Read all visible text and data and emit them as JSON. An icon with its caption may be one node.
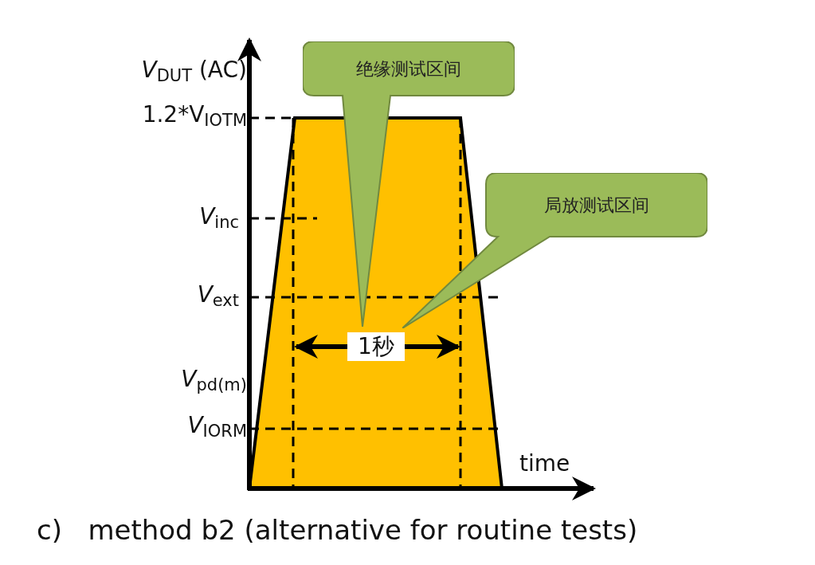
{
  "diagram": {
    "nodes": [
      {
        "text": [
          "绝缘测试区间"
        ]
      },
      {
        "text": [
          "局放测试区间"
        ]
      }
    ],
    "labels": [
      "*V*$_{DUT}$ (AC)",
      "1.2*V$_{IOTM}$",
      "*V*$_{inc}$",
      "*V*$_{ext}$",
      "1秒",
      "*V*$_{pd(m)}$",
      "*V*$_{IORM}$",
      "time"
    ],
    "caption": "c)   method b2 (alternative for routine tests)"
  }
}
